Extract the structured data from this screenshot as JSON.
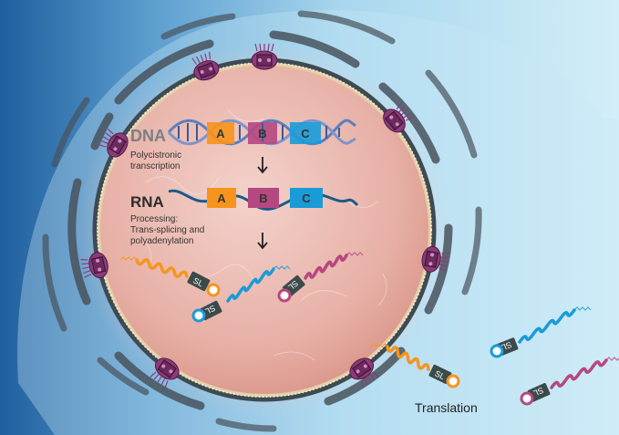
{
  "dna": {
    "label": "DNA",
    "caption_line1": "Polycistronic",
    "caption_line2": "transcription",
    "genes": [
      "A",
      "B",
      "C"
    ]
  },
  "rna": {
    "label": "RNA",
    "caption_line1": "Processing:",
    "caption_line2": "Trans-splicing and",
    "caption_line3": "polyadenylation",
    "genes": [
      "A",
      "B",
      "C"
    ]
  },
  "spliced_leader_label": "SL",
  "translation_label": "Translation",
  "colors": {
    "gene_a": "#f7941d",
    "gene_b": "#b5487f",
    "gene_c": "#1a9bd7",
    "dna_strand": "#5b7fbf",
    "nucleus": "#e8b4aa",
    "envelope": "#4a5560",
    "pore": "#8e3a7a",
    "sl_box": "#3c4a4a"
  },
  "icons": [
    "down-arrow-icon",
    "nuclear-pore-icon",
    "cap-icon",
    "polya-tail-icon"
  ]
}
